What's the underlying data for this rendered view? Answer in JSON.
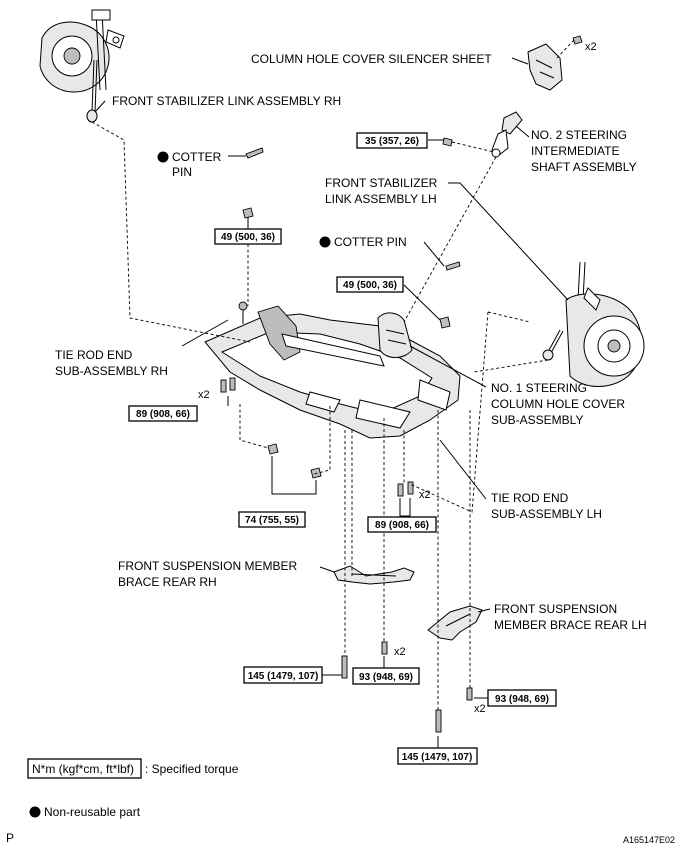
{
  "labels": {
    "column_hole_cover_silencer_sheet": "COLUMN HOLE COVER SILENCER SHEET",
    "front_stabilizer_link_rh": "FRONT STABILIZER LINK ASSEMBLY RH",
    "no2_steering_line1": "NO. 2 STEERING",
    "no2_steering_line2": "INTERMEDIATE",
    "no2_steering_line3": "SHAFT ASSEMBLY",
    "cotter_pin_1_line1": "COTTER",
    "cotter_pin_1_line2": "PIN",
    "front_stabilizer_link_lh_line1": "FRONT STABILIZER",
    "front_stabilizer_link_lh_line2": "LINK ASSEMBLY LH",
    "cotter_pin_2": "COTTER PIN",
    "tie_rod_end_rh_line1": "TIE ROD END",
    "tie_rod_end_rh_line2": "SUB-ASSEMBLY RH",
    "no1_steering_line1": "NO. 1 STEERING",
    "no1_steering_line2": "COLUMN HOLE COVER",
    "no1_steering_line3": "SUB-ASSEMBLY",
    "tie_rod_end_lh_line1": "TIE ROD END",
    "tie_rod_end_lh_line2": "SUB-ASSEMBLY LH",
    "brace_rh_line1": "FRONT SUSPENSION MEMBER",
    "brace_rh_line2": "BRACE REAR RH",
    "brace_lh_line1": "FRONT SUSPENSION",
    "brace_lh_line2": "MEMBER BRACE REAR LH"
  },
  "quantities": {
    "silencer_clip": "x2",
    "rh_bolts": "x2",
    "lh_bolts": "x2",
    "brace_rh_bolts": "x2",
    "brace_lh_bolts": "x2"
  },
  "torques": {
    "steering_shaft_bolt": "35 (357, 26)",
    "link_nut_rh": "49 (500, 36)",
    "link_nut_lh": "49 (500, 36)",
    "tie_rod_rh_bolts": "89 (908, 66)",
    "tie_rod_rh_nuts": "74 (755, 55)",
    "tie_rod_lh_bolts": "89 (908, 66)",
    "brace_rh_long_bolt": "145 (1479, 107)",
    "brace_rh_bolts": "93 (948, 69)",
    "brace_lh_bolts": "93 (948, 69)",
    "brace_lh_long_bolt": "145 (1479, 107)"
  },
  "legend": {
    "torque_unit": "N*m (kgf*cm, ft*lbf)",
    "torque_desc": ": Specified torque",
    "non_reusable": "Non-reusable part"
  },
  "footer": {
    "left_mark": "P",
    "figure_id": "A165147E02"
  }
}
